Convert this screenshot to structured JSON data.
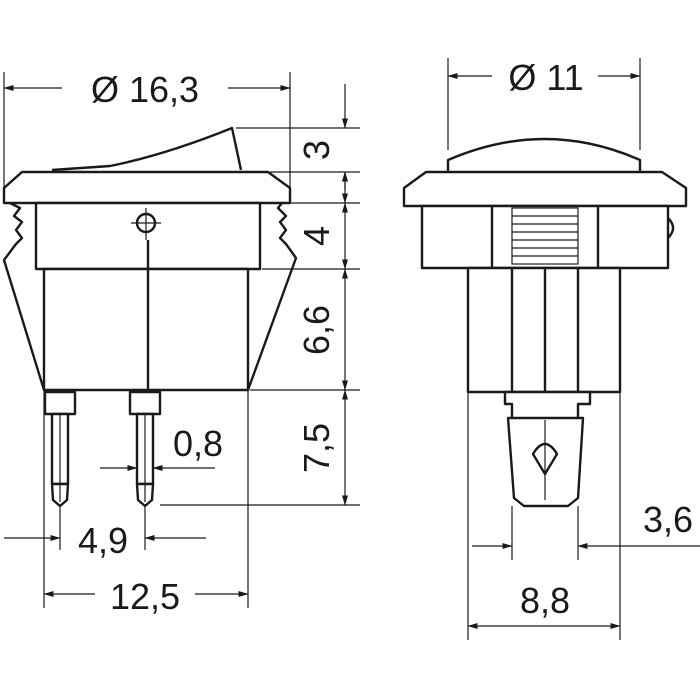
{
  "drawing": {
    "colors": {
      "line": "#1a1a1a",
      "background": "#ffffff"
    },
    "front_view": {
      "diameter_label": "Ø 16,3",
      "height_actuator": "3",
      "height_bezel": "4",
      "height_body": "6,6",
      "height_terminals": "7,5",
      "terminal_width": "0,8",
      "terminal_pitch": "4,9",
      "body_width": "12,5"
    },
    "side_view": {
      "diameter_label": "Ø 11",
      "terminal_offset": "3,6",
      "body_width": "8,8"
    }
  }
}
